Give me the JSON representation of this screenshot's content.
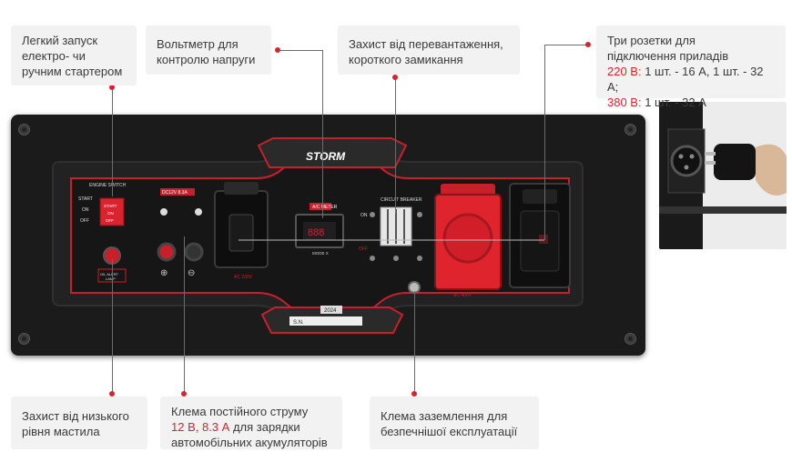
{
  "callouts": {
    "engine_start": {
      "line1": "Легкий запуск",
      "line2": "електро- чи",
      "line3": "ручним стартером"
    },
    "voltmeter": {
      "line1": "Вольтметр для",
      "line2": "контролю напруги"
    },
    "overload": {
      "line1": "Захист від перевантаження,",
      "line2": "короткого замикання"
    },
    "sockets": {
      "line1": "Три розетки для",
      "line2": "підключення приладів",
      "v220": "220 В:",
      "v220_text": " 1 шт. - 16 А, 1 шт. - 32 А;",
      "v380": "380 В:",
      "v380_text": " 1 шт. - 32 А"
    },
    "oil": {
      "line1": "Захист від низького",
      "line2": "рівня мастила"
    },
    "dc": {
      "line1": "Клема постійного струму",
      "red": "12 В, 8.3 А",
      "rest": " для зарядки",
      "line3": "автомобільних акумуляторів"
    },
    "ground": {
      "line1": "Клема заземлення для",
      "line2": "безпечнішої експлуатації"
    }
  },
  "panel": {
    "brand": "STORM",
    "engine_switch": "ENGINE SWITCH",
    "start": "START",
    "on": "ON",
    "off": "OFF",
    "switch_start": "START",
    "switch_on": "ON",
    "switch_off": "OFF",
    "dc_label": "DC12V 8.3A",
    "oil_label_1": "OIL ALERT",
    "oil_label_2": "LAMP",
    "plus": "⊕",
    "minus": "⊖",
    "ac_label": "AC 230V",
    "voltmeter_label": "A/C METER",
    "voltmeter_display": "888",
    "voltmeter_model": "MODE X",
    "circuit_breaker": "CIRCUIT BREAKER",
    "cb_on": "ON",
    "cb_off": "OFF",
    "ac_400": "AC 400V",
    "year": "2024",
    "sn": "S.N."
  },
  "colors": {
    "accent": "#d9232d",
    "panel": "#1b1b1b",
    "callout_bg": "#f2f2f2"
  }
}
